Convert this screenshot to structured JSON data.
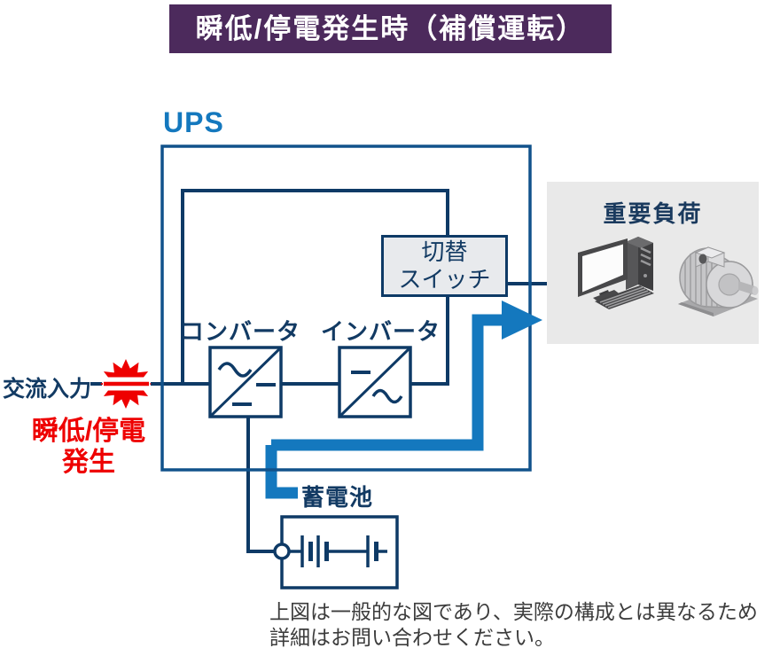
{
  "title": "瞬低/停電発生時（補償運転）",
  "ups": {
    "label": "UPS"
  },
  "components": {
    "converter": "コンバータ",
    "inverter": "インバータ",
    "switch_line1": "切替",
    "switch_line2": "スイッチ",
    "battery": "蓄電池"
  },
  "input": {
    "label": "交流入力",
    "event_line1": "瞬低/停電",
    "event_line2": "発生"
  },
  "load": {
    "label": "重要負荷"
  },
  "note": {
    "line1": "上図は一般的な図であり、実際の構成とは異なるため",
    "line2": "詳細はお問い合わせください。"
  },
  "icons": {
    "fault": "fault-burst-icon",
    "load": [
      "computer-icon",
      "motor-icon"
    ]
  },
  "colors": {
    "navy": "#0E3A66",
    "blue": "#1478BE",
    "border": "#11528B",
    "red": "#EE0000",
    "purple": "#4C2A5C",
    "switchfill": "#E8EAED",
    "loadfill": "#E9E9E9",
    "note": "#3C3C3C",
    "navytext": "#123A63"
  }
}
